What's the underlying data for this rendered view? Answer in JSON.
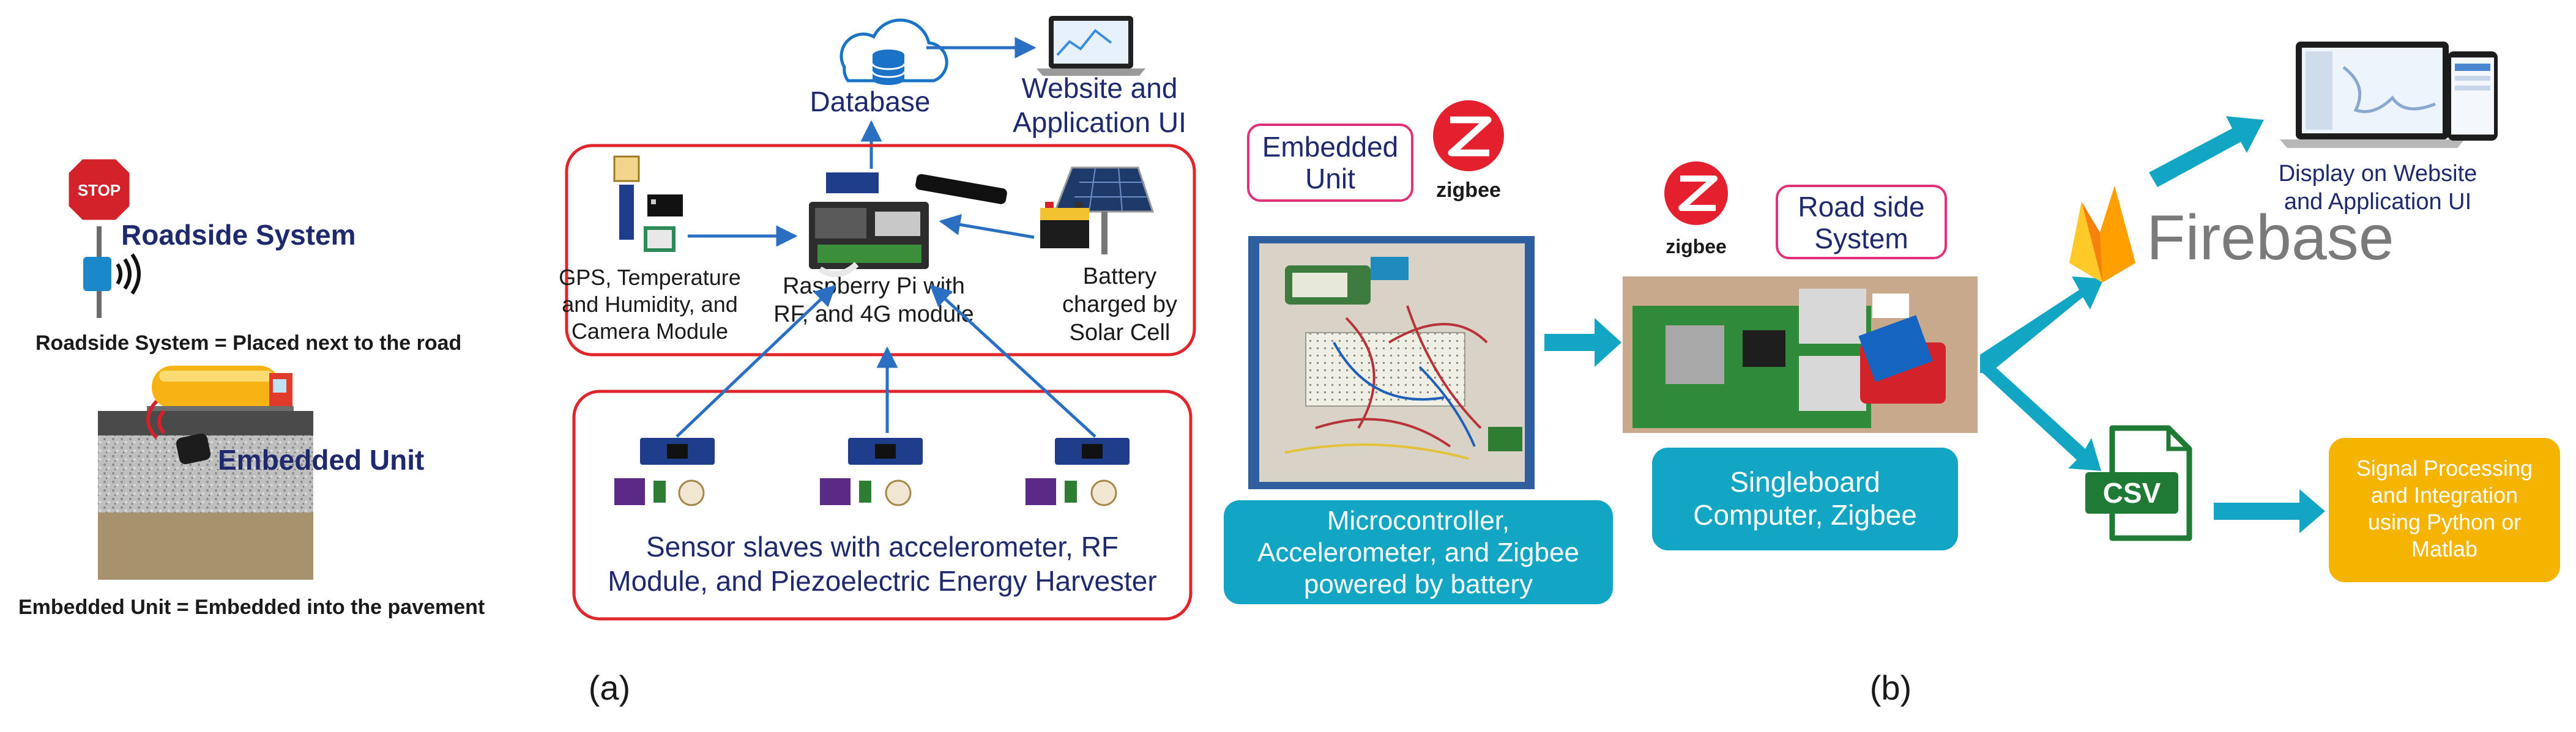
{
  "panel_a": {
    "roadside_title": "Roadside System",
    "roadside_caption": "Roadside System = Placed next to the road",
    "embedded_title": "Embedded Unit",
    "embedded_caption": "Embedded Unit = Embedded into the pavement",
    "stop_sign_text": "STOP",
    "database_label": "Database",
    "website_label_line1": "Website and",
    "website_label_line2": "Application UI",
    "gps_label_line1": "GPS, Temperature",
    "gps_label_line2": "and Humidity, and",
    "gps_label_line3": "Camera Module",
    "rpi_label_line1": "Raspberry Pi with",
    "rpi_label_line2": "RF, and 4G module",
    "battery_label_line1": "Battery",
    "battery_label_line2": "charged by",
    "battery_label_line3": "Solar Cell",
    "sensor_label_line1": "Sensor slaves with accelerometer, RF",
    "sensor_label_line2": "Module, and Piezoelectric Energy Harvester",
    "sublabel": "(a)"
  },
  "panel_b": {
    "embedded_unit_line1": "Embedded",
    "embedded_unit_line2": "Unit",
    "zigbee_brand": "zigbee",
    "roadside_line1": "Road side",
    "roadside_line2": "System",
    "micro_line1": "Microcontroller,",
    "micro_line2": "Accelerometer, and Zigbee",
    "micro_line3": "powered by battery",
    "sbc_line1": "Singleboard",
    "sbc_line2": "Computer, Zigbee",
    "firebase_label": "Firebase",
    "display_line1": "Display on Website",
    "display_line2": "and Application UI",
    "csv_label": "CSV",
    "signal_line1": "Signal Processing",
    "signal_line2": "and Integration",
    "signal_line3": "using Python or",
    "signal_line4": "Matlab",
    "sublabel": "(b)"
  },
  "colors": {
    "red_frame": "#e0252b",
    "navy_text": "#1f2a6e",
    "blue_arrow": "#2a6fc1",
    "teal": "#12a6c4",
    "orange_box": "#f5b400",
    "zigbee_red": "#e5202e",
    "firebase_orange": "#f6820d",
    "csv_green": "#1e7a35",
    "pink_frame": "#e0317a"
  },
  "icons": [
    "stop-sign-icon",
    "antenna-icon",
    "truck-icon",
    "cloud-database-icon",
    "laptop-icon",
    "gps-module-icon",
    "raspberry-pi-icon",
    "battery-icon",
    "solar-panel-icon",
    "sensor-board-icon",
    "zigbee-logo-icon",
    "firebase-flame-icon",
    "csv-file-icon",
    "laptop-phone-icon"
  ]
}
